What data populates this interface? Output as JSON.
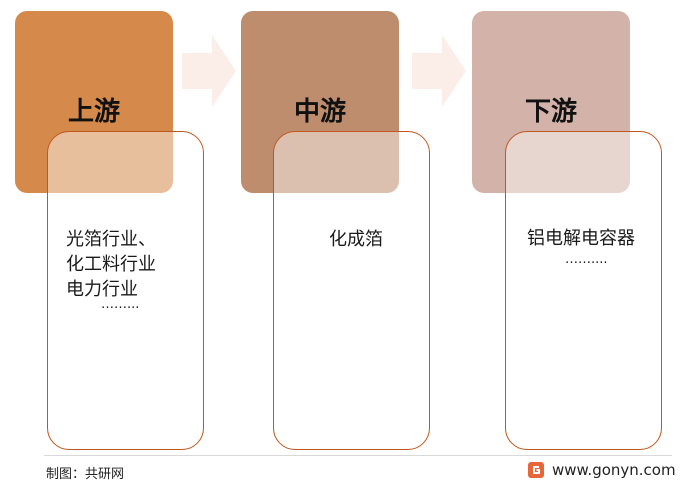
{
  "stages": [
    {
      "title": "上游",
      "items": [
        "光箔行业、",
        "化工料行业",
        "电力行业",
        "……..."
      ],
      "color": "#d58a4b"
    },
    {
      "title": "中游",
      "items": [
        "化成箔"
      ],
      "color": "#bd8d6e"
    },
    {
      "title": "下游",
      "items": [
        "铝电解电容器",
        "……...."
      ],
      "color": "#d3b3a9"
    }
  ],
  "footer": {
    "credit": "制图：共研网",
    "url": "www.gonyn.com"
  },
  "colors": {
    "card_border": "#c0571f",
    "arrow": "#fbeee8"
  }
}
